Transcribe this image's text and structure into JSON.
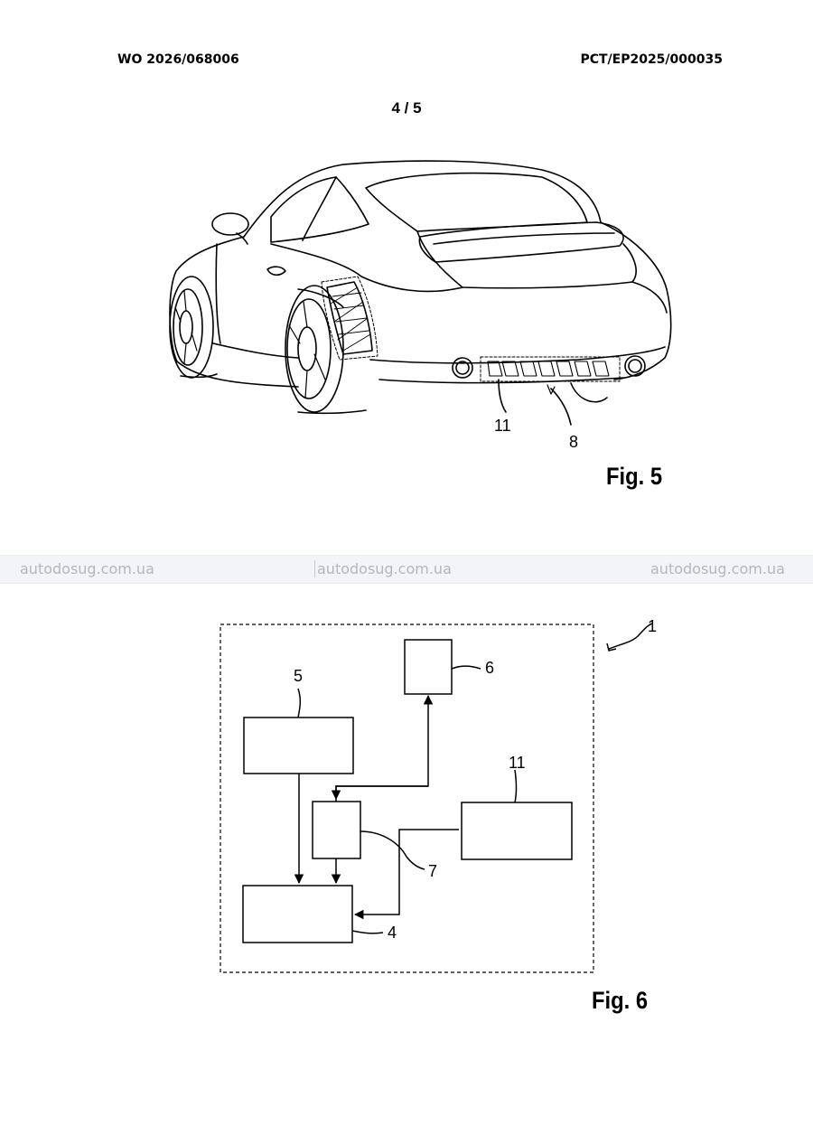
{
  "header": {
    "publication_number": "WO 2026/068006",
    "application_number": "PCT/EP2025/000035",
    "sheet": "4 / 5"
  },
  "figure5": {
    "label": "Fig. 5",
    "refs": {
      "diffuser": "11",
      "device": "8"
    }
  },
  "watermark": {
    "items": [
      "autodosug.com.ua",
      "autodosug.com.ua",
      "autodosug.com.ua"
    ]
  },
  "figure6": {
    "label": "Fig. 6",
    "refs": {
      "system": "1",
      "block_top": "6",
      "block_left": "5",
      "block_right": "11",
      "block_small": "7",
      "block_bottom": "4"
    }
  }
}
